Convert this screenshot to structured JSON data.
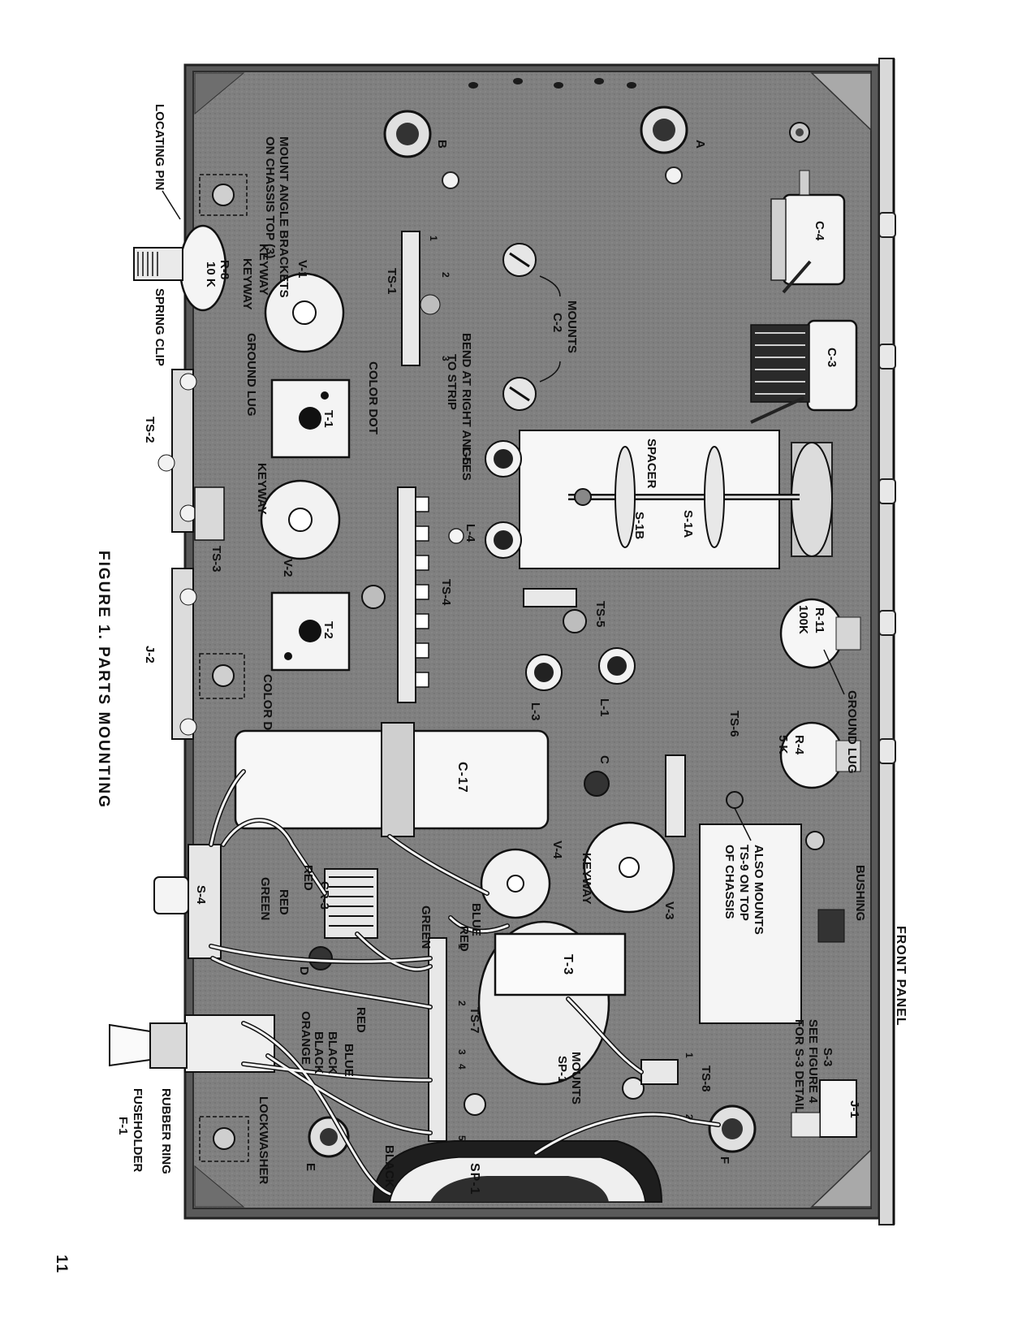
{
  "figure": {
    "caption": "FIGURE 1. PARTS MOUNTING",
    "page_number": "11"
  },
  "labels": {
    "front_panel": "FRONT PANEL",
    "locating_pin": "LOCATING PIN",
    "spring_clip": "SPRING CLIP",
    "rubber_ring": "RUBBER RING",
    "fuseholder_1": "FUSEHOLDER",
    "fuseholder_2": "F-1",
    "mount_angle_1": "MOUNT ANGLE BRACKETS",
    "mount_angle_2": "ON CHASSIS TOP (3)",
    "bend_1": "BEND AT RIGHT ANGLES",
    "bend_2": "TO STRIP",
    "mounts_c2_1": "MOUNTS",
    "mounts_c2_2": "C-2",
    "mounts_sp1_1": "MOUNTS",
    "mounts_sp1_2": "SP-1",
    "also_mounts_1": "ALSO MOUNTS",
    "also_mounts_2": "TS-9 ON TOP",
    "also_mounts_3": "OF CHASSIS",
    "see_fig_1": "SEE FIGURE 4",
    "see_fig_2": "FOR S-3 DETAIL",
    "bushing": "BUSHING",
    "ground_lug_top": "GROUND LUG",
    "ground_lug_bottom": "GROUND LUG",
    "keyway_v1": "KEYWAY",
    "keyway_v2": "KEYWAY",
    "keyway_v4": "KEYWAY",
    "color_dot_t1": "COLOR DOT",
    "color_dot_t2": "COLOR DOT",
    "spacer": "SPACER",
    "lockwasher": "LOCKWASHER"
  },
  "parts": {
    "c4": "C-4",
    "c3": "C-3",
    "r11_name": "R-11",
    "r11_val": "100K",
    "r4_name": "R-4",
    "r4_val": "5 K",
    "r8_name": "R-8",
    "r8_val": "10 K",
    "s1a": "S-1A",
    "s1b": "S-1B",
    "ts1": "TS-1",
    "ts2": "TS-2",
    "ts3": "TS-3",
    "ts4": "TS-4",
    "ts5": "TS-5",
    "ts6": "TS-6",
    "ts7": "TS-7",
    "ts8": "TS-8",
    "l1": "L-1",
    "l3": "L-3",
    "l4": "L-4",
    "l5": "L-5",
    "v1": "V-1",
    "v2": "V-2",
    "v3": "V-3",
    "v4": "V-4",
    "t1": "T-1",
    "t2": "T-2",
    "t3": "T-3",
    "c17": "C-17",
    "cr3": "CR-3",
    "s4": "S-4",
    "s3": "S-3",
    "j1": "J-1",
    "j2": "J-2",
    "sp1": "SP-1",
    "hole_a": "A",
    "hole_b": "B",
    "hole_c": "C",
    "hole_d": "D",
    "hole_e": "E",
    "hole_f": "F"
  },
  "wires": {
    "green_1": "GREEN",
    "green_2": "GREEN",
    "red_1": "RED",
    "red_2": "RED",
    "red_3": "RED",
    "red_4": "RED",
    "blue_1": "BLUE",
    "blue_2": "BLUE",
    "black_1": "BLACK",
    "black_2": "BLACK",
    "black_3": "BLACK",
    "orange": "ORANGE"
  },
  "terminals": {
    "n1": "1",
    "n2": "2",
    "n3": "3",
    "n4": "4",
    "n5": "5"
  },
  "colors": {
    "chassis": "#7f7f7f",
    "chassis_dark": "#5c5c5c",
    "chassis_edge": "#3a3a3a",
    "part_white": "#f4f4f4",
    "ink": "#111111"
  }
}
